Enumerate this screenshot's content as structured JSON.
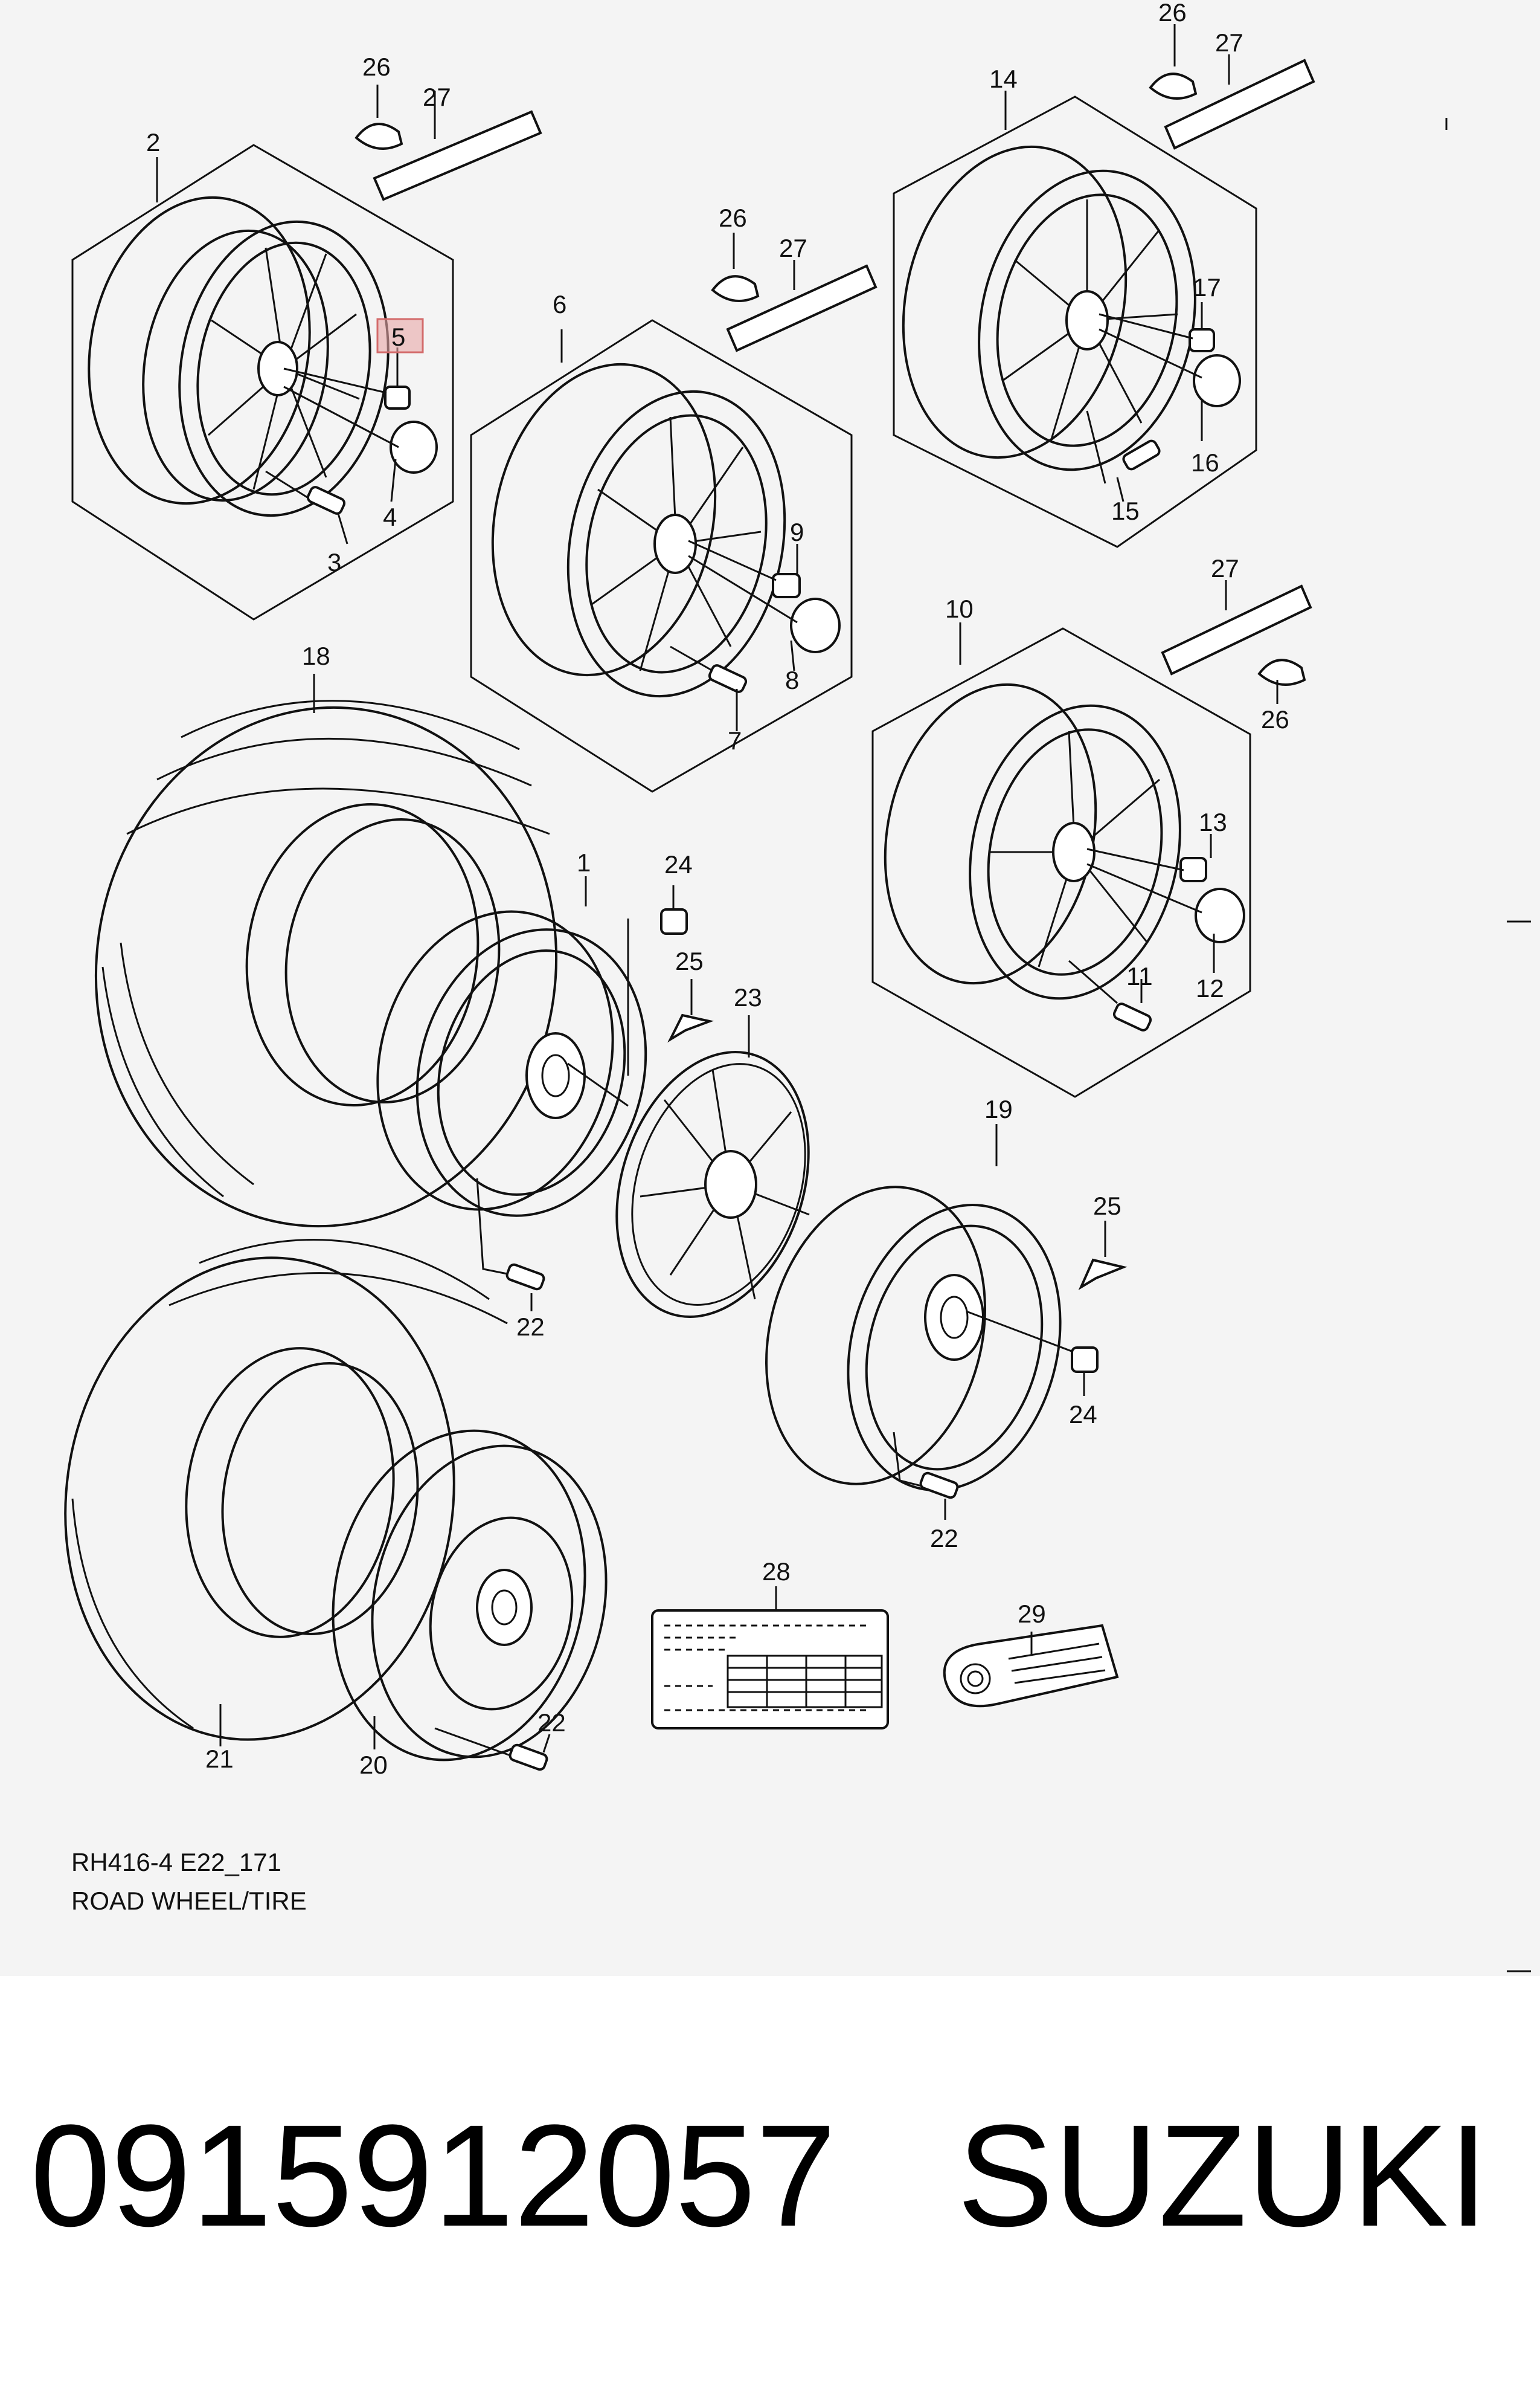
{
  "figure": {
    "title": ""
  },
  "diagram": {
    "code": "RH416-4 E22_171",
    "name": "ROAD WHEEL/TIRE",
    "highlighted_callout": "5",
    "callouts": [
      "1",
      "2",
      "3",
      "4",
      "5",
      "6",
      "7",
      "8",
      "9",
      "10",
      "11",
      "12",
      "13",
      "14",
      "15",
      "16",
      "17",
      "18",
      "19",
      "20",
      "21",
      "22",
      "23",
      "24",
      "25",
      "26",
      "27",
      "28",
      "29"
    ],
    "highlight_color": "#e8a6a6"
  },
  "listing": {
    "part_number": "0915912057",
    "brand": "SUZUKI"
  }
}
